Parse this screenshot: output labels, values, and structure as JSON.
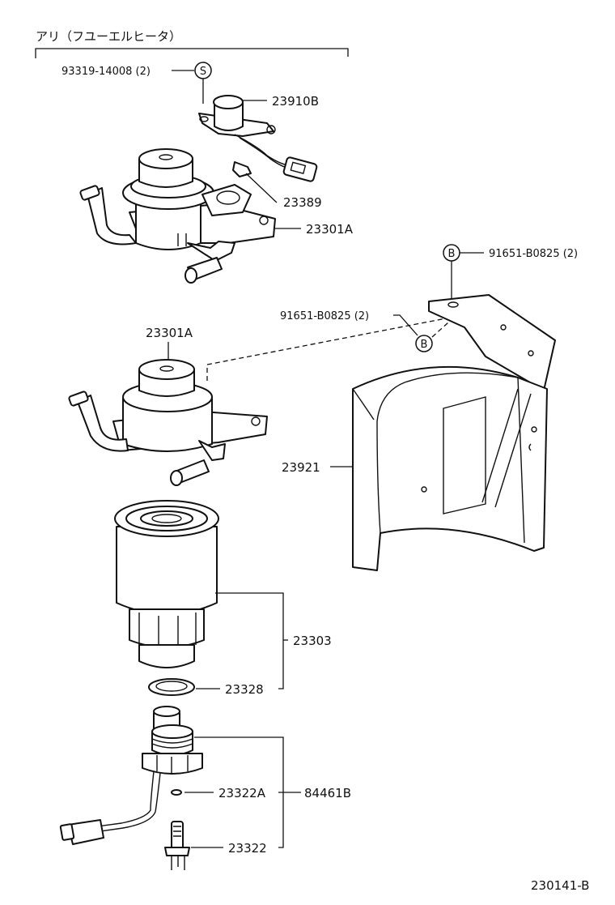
{
  "diagram": {
    "header_note": "アリ（フユーエルヒータ）",
    "footer_code": "230141-B",
    "colors": {
      "line": "#111111",
      "background": "#ffffff"
    },
    "callouts": {
      "screw_93319": "93319-14008 (2)",
      "symbol_s": "S",
      "heater_23910b": "23910B",
      "clamp_23389": "23389",
      "pump_upper_23301a": "23301A",
      "bolt_91651_top": "91651-B0825 (2)",
      "symbol_b_top": "B",
      "bolt_91651_mid": "91651-B0825 (2)",
      "symbol_b_mid": "B",
      "pump_lower_23301a": "23301A",
      "bracket_23921": "23921",
      "filter_23303": "23303",
      "gasket_23328": "23328",
      "oring_23322a": "23322A",
      "assembly_84461b": "84461B",
      "switch_23322": "23322"
    }
  }
}
